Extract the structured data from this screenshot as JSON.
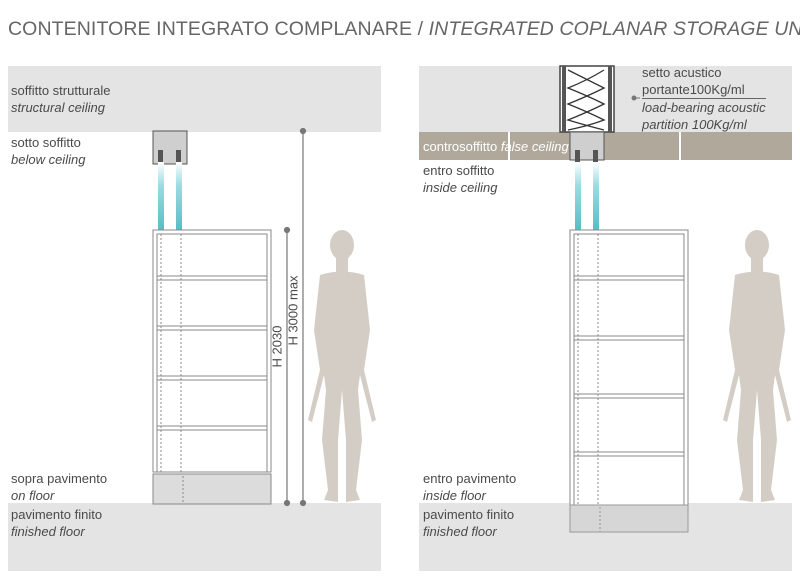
{
  "title": {
    "main": "CONTENITORE INTEGRATO COMPLANARE / ",
    "italic": "INTEGRATED COPLANAR STORAGE UNIT"
  },
  "left": {
    "ceiling": {
      "it": "soffitto strutturale",
      "en": "structural ceiling"
    },
    "below_ceiling": {
      "it": "sotto soffitto",
      "en": "below ceiling"
    },
    "on_floor": {
      "it": "sopra pavimento",
      "en": "on floor"
    },
    "finished_floor": {
      "it": "pavimento finito",
      "en": "finished floor"
    },
    "dim_unit": "H 2030",
    "dim_max": "H 3000 max"
  },
  "right": {
    "partition": {
      "it": "setto acustico",
      "it2": "portante100Kg/ml",
      "en1": "load-bearing acoustic",
      "en2": "partition 100Kg/ml"
    },
    "false_ceiling": {
      "it": "controsoffitto",
      "en": "false ceiling"
    },
    "inside_ceiling": {
      "it": "entro soffitto",
      "en": "inside ceiling"
    },
    "inside_floor": {
      "it": "entro pavimento",
      "en": "inside floor"
    },
    "finished_floor": {
      "it": "pavimento finito",
      "en": "finished floor"
    }
  },
  "colors": {
    "slab": "#e4e4e4",
    "false_ceiling": "#b0a89b",
    "figure": "#d4cdc5",
    "pipe": "#7fd0d8",
    "line": "#777777",
    "plinth": "#d9d9d9"
  },
  "icons": [
    "human-figure-icon",
    "pipe-connector-icon",
    "acoustic-insulation-icon"
  ]
}
